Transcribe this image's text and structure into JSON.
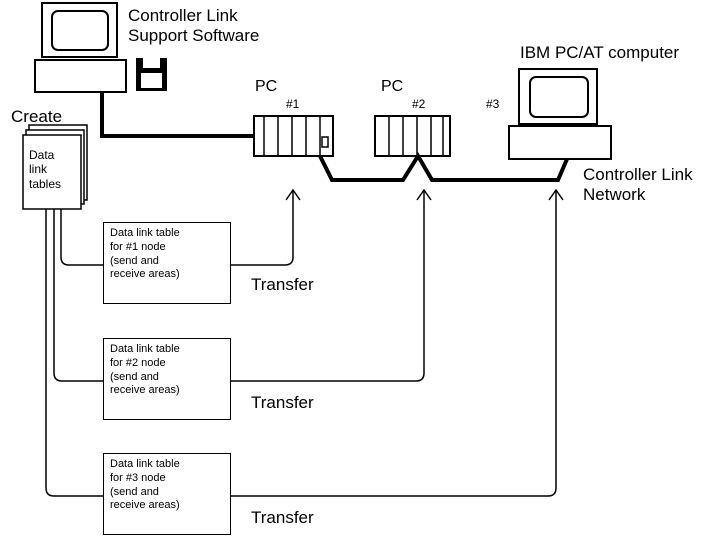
{
  "support": {
    "line1": "Controller Link",
    "line2": "Support Software"
  },
  "create_label": "Create",
  "tables_doc": {
    "l1": "Data",
    "l2": "link",
    "l3": "tables"
  },
  "pc1": {
    "label": "PC",
    "node": "#1"
  },
  "pc2": {
    "label": "PC",
    "node": "#2"
  },
  "ibm": {
    "label": "IBM PC/AT computer",
    "node": "#3"
  },
  "network": {
    "line1": "Controller Link",
    "line2": "Network"
  },
  "table_boxes": [
    {
      "l1": "Data link table",
      "l2": "for #1 node",
      "l3": "(send and",
      "l4": "receive areas)"
    },
    {
      "l1": "Data link table",
      "l2": "for #2 node",
      "l3": "(send and",
      "l4": "receive areas)"
    },
    {
      "l1": "Data link table",
      "l2": "for #3 node",
      "l3": "(send and",
      "l4": "receive areas)"
    }
  ],
  "transfer_label": "Transfer"
}
